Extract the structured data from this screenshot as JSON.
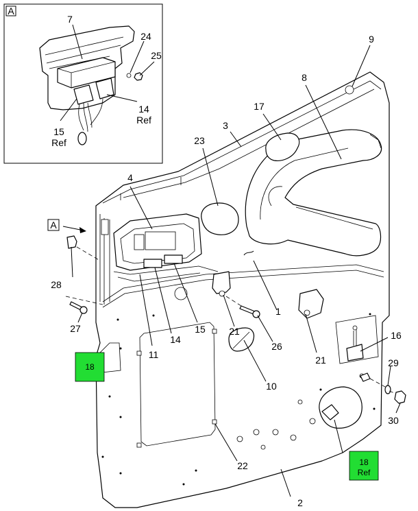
{
  "detail": {
    "view_label": "A"
  },
  "view_ref": {
    "label": "A"
  },
  "callouts": {
    "c1": "1",
    "c2": "2",
    "c3": "3",
    "c4": "4",
    "c7": "7",
    "c8": "8",
    "c9": "9",
    "c10": "10",
    "c11": "11",
    "c14": "14",
    "c14ref_num": "14",
    "c14ref_sub": "Ref",
    "c15": "15",
    "c15ref_num": "15",
    "c15ref_sub": "Ref",
    "c16": "16",
    "c17": "17",
    "c21a": "21",
    "c21b": "21",
    "c22": "22",
    "c23": "23",
    "c24": "24",
    "c25": "25",
    "c26": "26",
    "c27": "27",
    "c28": "28",
    "c29": "29",
    "c30": "30"
  },
  "green_tags": {
    "left": "18",
    "right_num": "18",
    "right_sub": "Ref"
  },
  "colors": {
    "tag_green": "#22dd33"
  }
}
